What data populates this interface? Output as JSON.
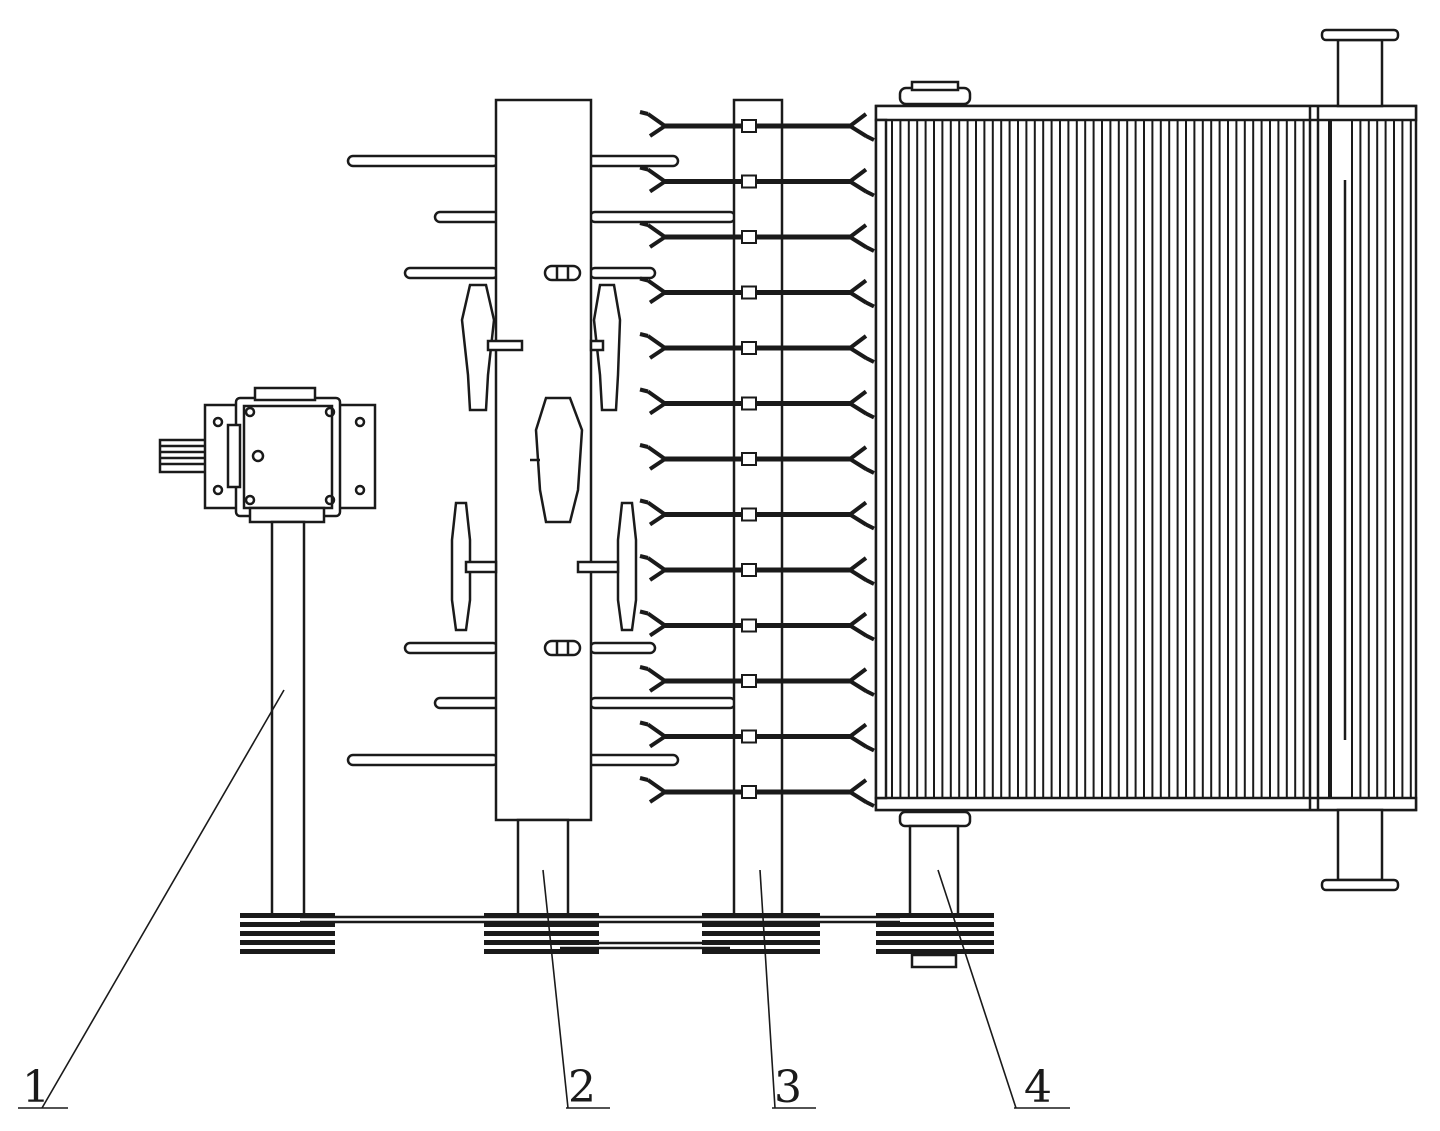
{
  "callouts": [
    {
      "id": "gearbox-shaft",
      "label": "1"
    },
    {
      "id": "first-roller",
      "label": "2"
    },
    {
      "id": "second-roller",
      "label": "3"
    },
    {
      "id": "drum-roller",
      "label": "4"
    }
  ],
  "colors": {
    "line": "#1a1a1a",
    "fill": "#ffffff",
    "paper": "#ffffff"
  }
}
